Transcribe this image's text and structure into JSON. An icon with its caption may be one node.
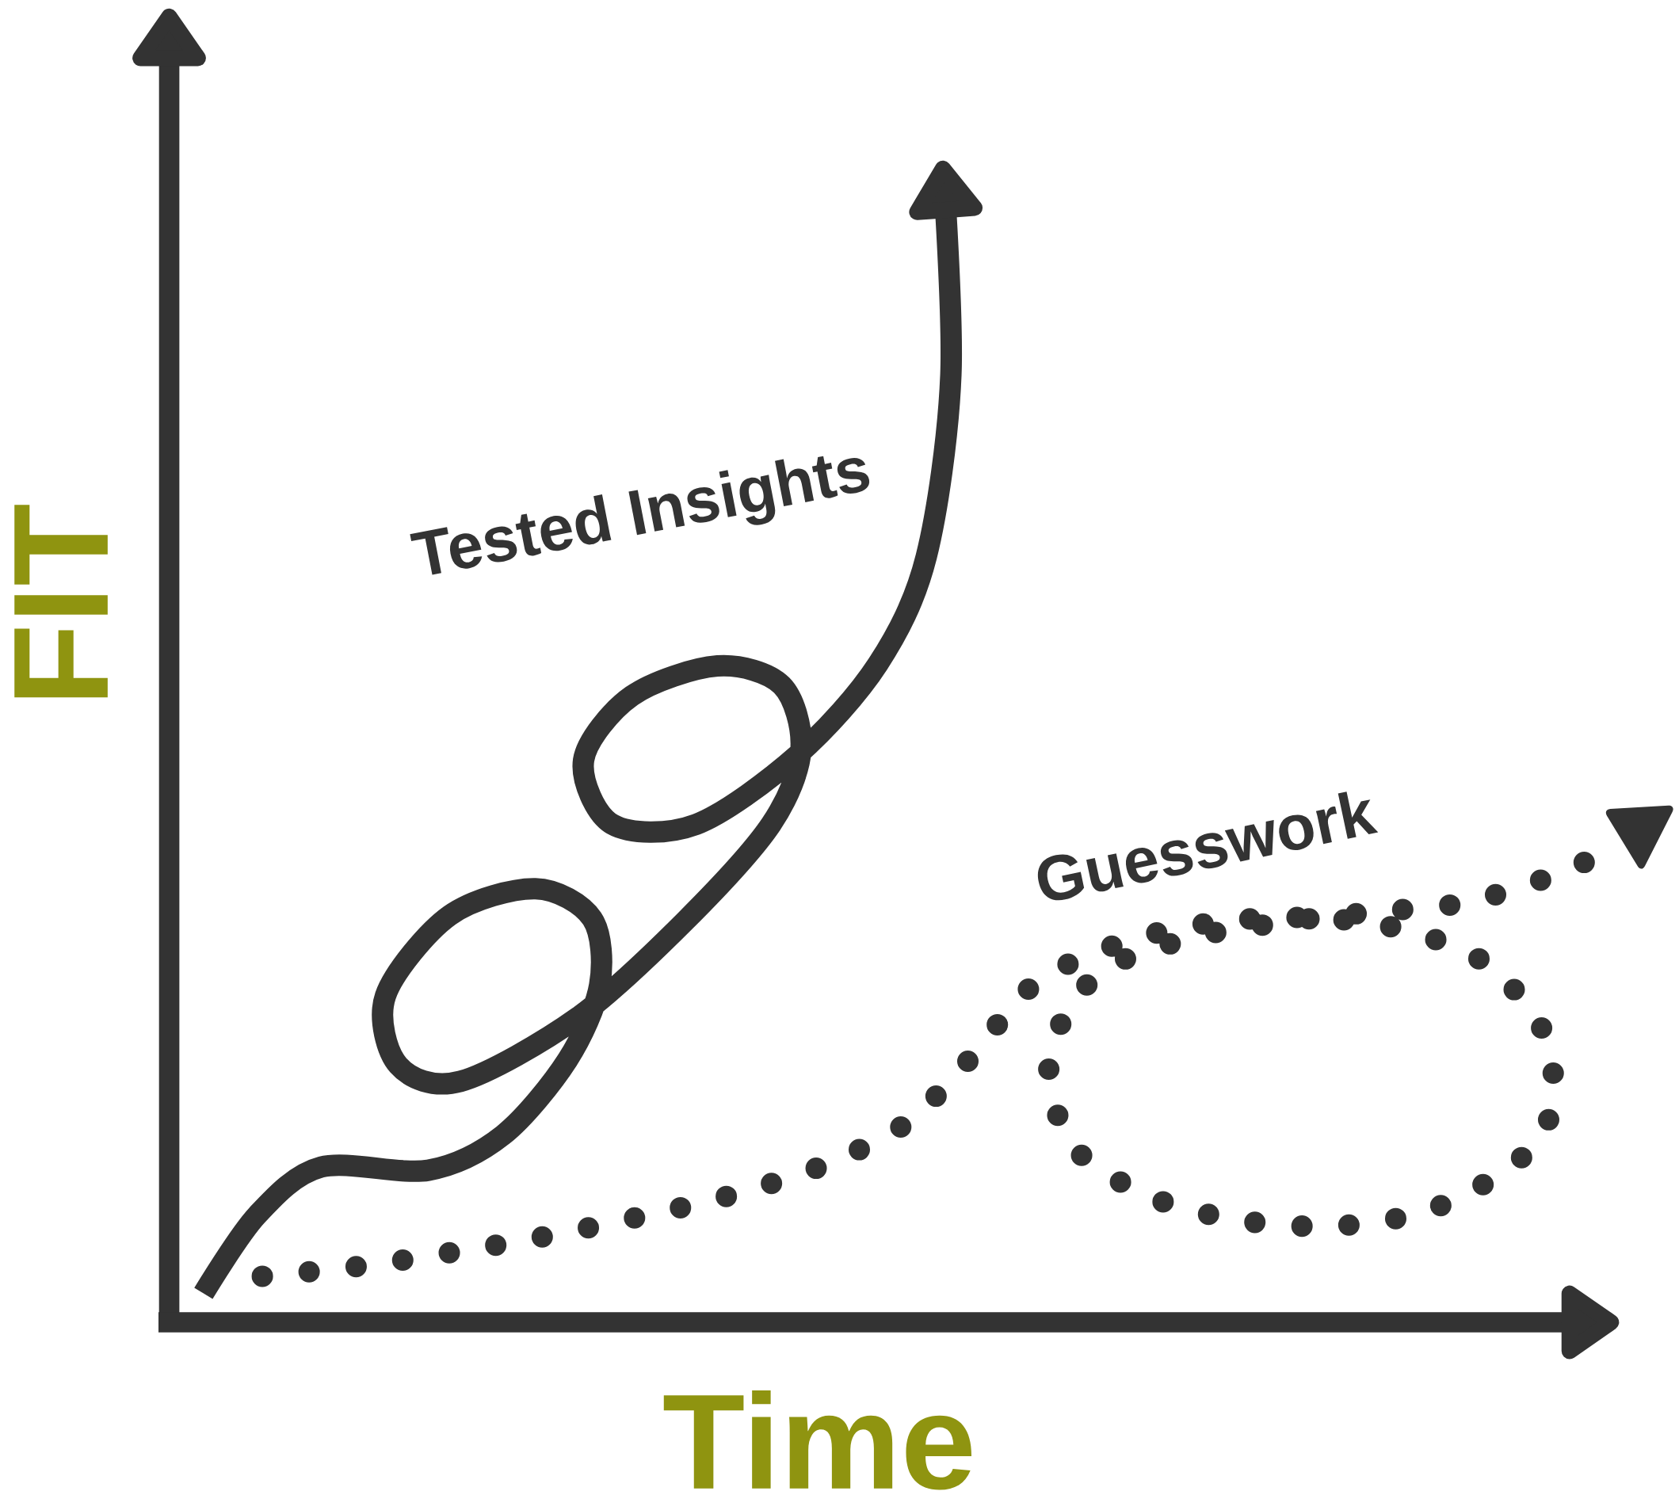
{
  "diagram": {
    "labels": [
      "FIT",
      "Tested Insights",
      "Guesswork",
      "Time"
    ]
  }
}
